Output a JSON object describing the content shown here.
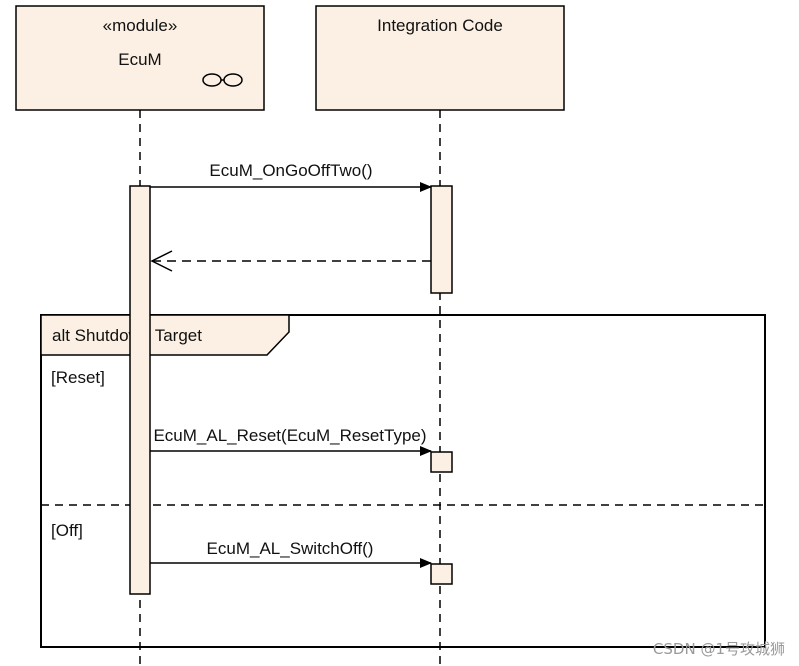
{
  "lifelines": {
    "ecum": {
      "stereotype": "«module»",
      "name": "EcuM"
    },
    "integration": {
      "name": "Integration Code"
    }
  },
  "messages": {
    "m1": "EcuM_OnGoOffTwo()",
    "m2": "EcuM_AL_Reset(EcuM_ResetType)",
    "m3": "EcuM_AL_SwitchOff()"
  },
  "fragment": {
    "title": "alt Shutdown Target",
    "guard1": "[Reset]",
    "guard2": "[Off]"
  },
  "colors": {
    "fill": "#fbf0e3",
    "stroke": "#000000"
  },
  "watermark": "CSDN @1号攻城狮"
}
